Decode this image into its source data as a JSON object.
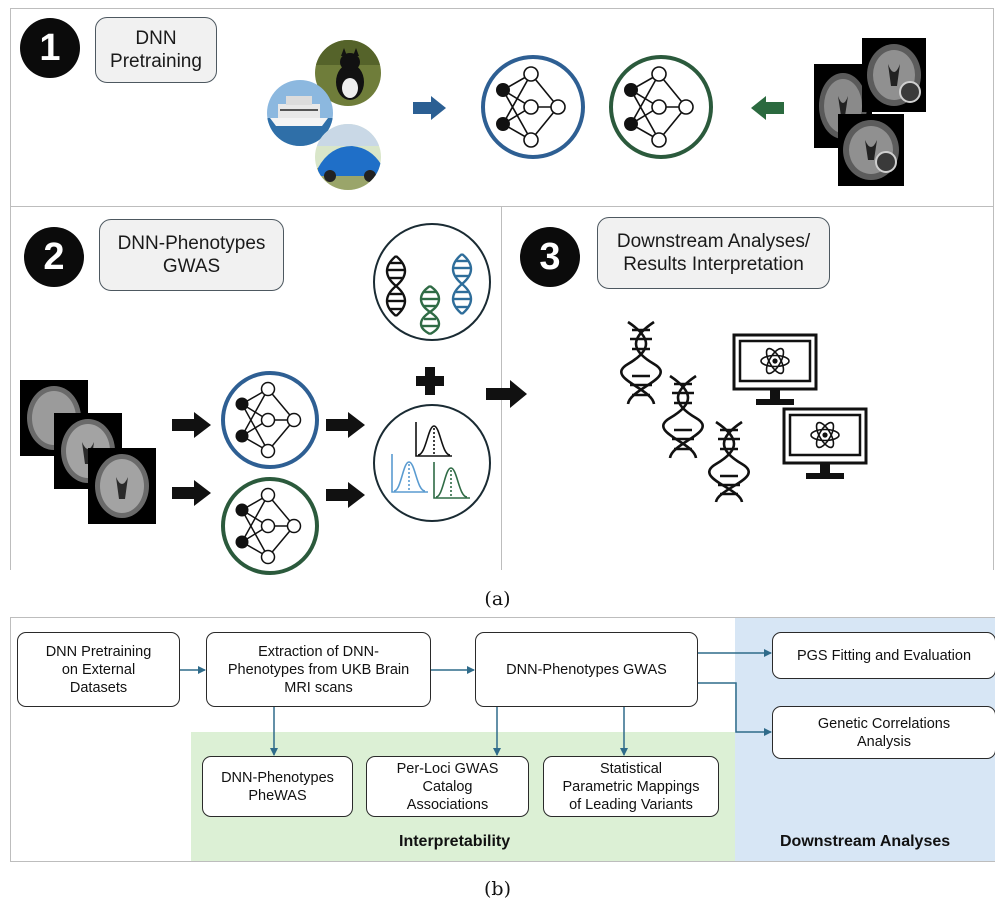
{
  "panel_a": {
    "step1": {
      "number": "1",
      "title_line1": "DNN",
      "title_line2": "Pretraining"
    },
    "step2": {
      "number": "2",
      "title_line1": "DNN-Phenotypes",
      "title_line2": "GWAS"
    },
    "step3": {
      "number": "3",
      "title_line1": "Downstream Analyses/",
      "title_line2": "Results Interpretation"
    },
    "caption": "(a)",
    "colors": {
      "blue_network": "#2e5f93",
      "green_network": "#2b5a3c",
      "arrow_blue": "#2b5f93",
      "arrow_green": "#2b6a3f"
    }
  },
  "panel_b": {
    "boxes": {
      "pretraining": {
        "line1": "DNN Pretraining",
        "line2": "on External",
        "line3": "Datasets"
      },
      "extraction": {
        "line1": "Extraction of DNN-",
        "line2": "Phenotypes from UKB Brain",
        "line3": "MRI scans"
      },
      "gwas": {
        "line1": "DNN-Phenotypes GWAS"
      },
      "phewas": {
        "line1": "DNN-Phenotypes",
        "line2": "PheWAS"
      },
      "perloci": {
        "line1": "Per-Loci GWAS",
        "line2": "Catalog",
        "line3": "Associations"
      },
      "spm": {
        "line1": "Statistical",
        "line2": "Parametric Mappings",
        "line3": "of Leading Variants"
      },
      "pgs": {
        "line1": "PGS Fitting and Evaluation"
      },
      "gencorr": {
        "line1": "Genetic Correlations",
        "line2": "Analysis"
      }
    },
    "zones": {
      "interpretability": "Interpretability",
      "downstream": "Downstream Analyses"
    },
    "caption": "(b)",
    "colors": {
      "arrow": "#2f6b8a",
      "green_zone": "#dcf0d5",
      "blue_zone": "#d7e6f5"
    }
  }
}
